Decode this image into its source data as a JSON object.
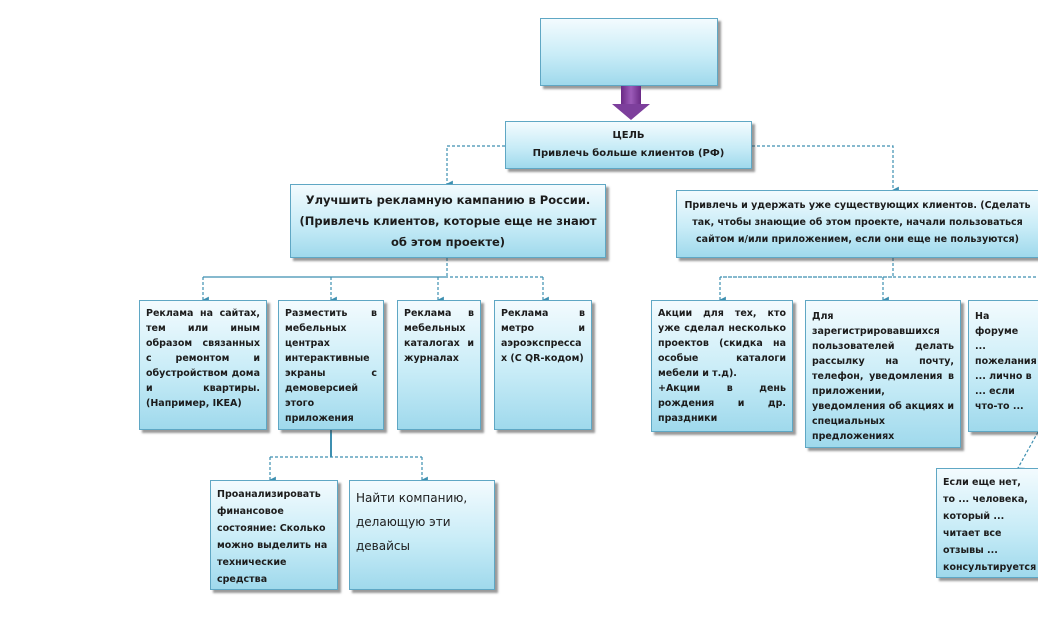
{
  "top_box": "",
  "goal": {
    "title": "ЦЕЛЬ",
    "text": "Привлечь больше клиентов (РФ)"
  },
  "left_branch": {
    "line1": "Улучшить рекламную кампанию в России.",
    "line2": "(Привлечь клиентов, которые еще не знают",
    "line3": "об этом проекте)"
  },
  "right_branch": {
    "text": "Привлечь и удержать уже существующих клиентов. (Сделать так, чтобы знающие об этом проекте, начали пользоваться сайтом и/или приложением, если они еще не пользуются)"
  },
  "left_items": [
    {
      "text": "Реклама на сайтах, тем или иным образом связанных с ремонтом и обустройством дома и квартиры. (Например, IKEA)"
    },
    {
      "text": "Разместить в мебельных центрах интерактивные экраны с демоверсией этого приложения"
    },
    {
      "text": "Реклама в мебельных каталогах и журналах"
    },
    {
      "text": "Реклама в метро и аэроэкспресса х (С QR-кодом)"
    }
  ],
  "sub_items": [
    {
      "text": "Проанализировать финансовое состояние: Сколько можно выделить на технические средства"
    },
    {
      "text": "Найти компанию, делающую эти девайсы"
    }
  ],
  "right_items": [
    {
      "line1": "Акции для тех, кто уже сделал несколько проектов (скидка на особые каталоги мебели и т.д).",
      "line2": "+Акции в день рождения и др. праздники"
    },
    {
      "text": "Для зарегистрировавшихся пользователей делать рассылку на почту, телефон, уведомления в приложении, уведомления об акциях и специальных предложениях"
    },
    {
      "text": "На форуме ... пожелания ... лично в ... если что-то ..."
    },
    {
      "text": "Если еще нет, то ... человека, который ... читает все отзывы ... консультируется ... руководством"
    }
  ],
  "colors": {
    "box_border": "#5fa7c4",
    "box_fill_top": "#f3fbfe",
    "box_fill_bottom": "#9fd9ec",
    "connector": "#3d8fb0",
    "main_arrow": "#7d3f9c"
  }
}
